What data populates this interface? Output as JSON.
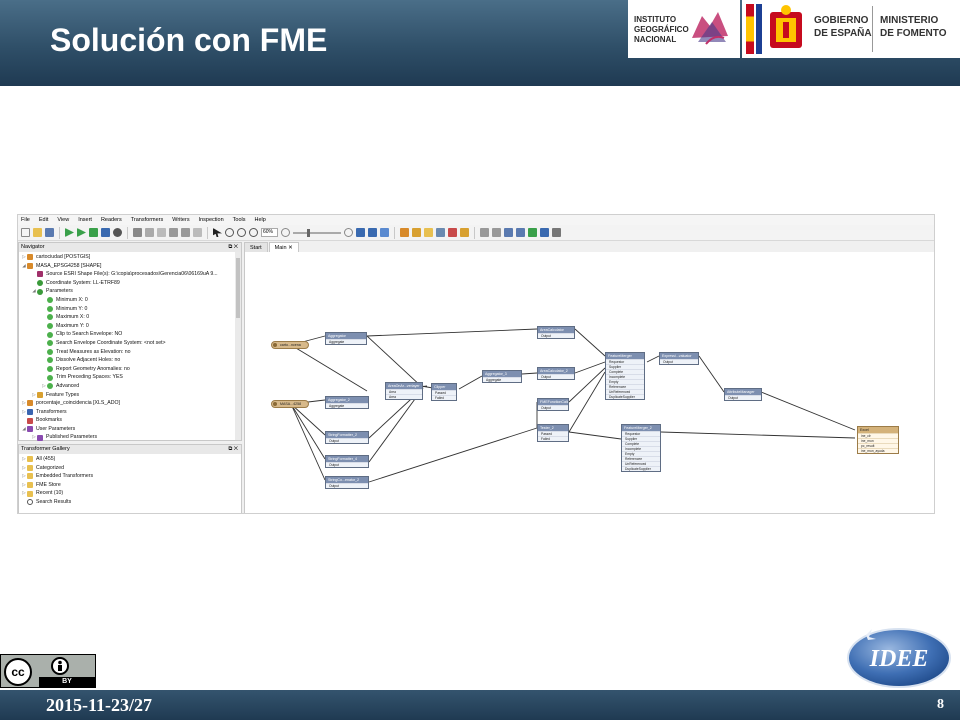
{
  "slide": {
    "title": "Solución con FME",
    "date": "2015-11-23/27",
    "page_number": "8"
  },
  "logos": {
    "ign_text": [
      "INSTITUTO",
      "GEOGRÁFICO",
      "NACIONAL"
    ],
    "gobierno_text": [
      "GOBIERNO",
      "DE ESPAÑA"
    ],
    "ministerio_text": [
      "MINISTERIO",
      "DE FOMENTO"
    ],
    "idee_text": "IDEE",
    "cc_text": "cc",
    "cc_by": "BY"
  },
  "app": {
    "menu": [
      "File",
      "Edit",
      "View",
      "Insert",
      "Readers",
      "Transformers",
      "Writers",
      "Inspection",
      "Tools",
      "Help"
    ],
    "zoom_level": "60%",
    "navigator": {
      "title": "Navigator",
      "items": [
        {
          "label": "cartociudad [POSTGIS]",
          "indent": 0,
          "arrow": "▷",
          "icon": "database-icon",
          "color": "#d88a2a"
        },
        {
          "label": "MASA_EPSG4258 [SHAPE]",
          "indent": 0,
          "arrow": "◢",
          "icon": "shapefile-icon",
          "color": "#d88a2a"
        },
        {
          "label": "Source ESRI Shape File(s): G:\\copia\\procesados\\Gerencia06\\06169uA 9...",
          "indent": 1,
          "arrow": "",
          "icon": "source-file-icon",
          "color": "#a0306a"
        },
        {
          "label": "Coordinate System: LL-ETRF89",
          "indent": 1,
          "arrow": "",
          "icon": "coordinate-system-icon",
          "color": "#3a9a3a"
        },
        {
          "label": "Parameters",
          "indent": 1,
          "arrow": "◢",
          "icon": "parameters-icon",
          "color": "#3a9a3a"
        },
        {
          "label": "Minimum X: 0",
          "indent": 2,
          "arrow": "",
          "icon": "parameter-icon",
          "color": "#4cb04c"
        },
        {
          "label": "Minimum Y: 0",
          "indent": 2,
          "arrow": "",
          "icon": "parameter-icon",
          "color": "#4cb04c"
        },
        {
          "label": "Maximum X: 0",
          "indent": 2,
          "arrow": "",
          "icon": "parameter-icon",
          "color": "#4cb04c"
        },
        {
          "label": "Maximum Y: 0",
          "indent": 2,
          "arrow": "",
          "icon": "parameter-icon",
          "color": "#4cb04c"
        },
        {
          "label": "Clip to Search Envelope: NO",
          "indent": 2,
          "arrow": "",
          "icon": "parameter-icon",
          "color": "#4cb04c"
        },
        {
          "label": "Search Envelope Coordinate System: <not set>",
          "indent": 2,
          "arrow": "",
          "icon": "parameter-icon",
          "color": "#4cb04c"
        },
        {
          "label": "Treat Measures as Elevation: no",
          "indent": 2,
          "arrow": "",
          "icon": "parameter-icon",
          "color": "#4cb04c"
        },
        {
          "label": "Dissolve Adjacent Holes: no",
          "indent": 2,
          "arrow": "",
          "icon": "parameter-icon",
          "color": "#4cb04c"
        },
        {
          "label": "Report Geometry Anomalies: no",
          "indent": 2,
          "arrow": "",
          "icon": "parameter-icon",
          "color": "#4cb04c"
        },
        {
          "label": "Trim Preceding Spaces: YES",
          "indent": 2,
          "arrow": "",
          "icon": "parameter-icon",
          "color": "#4cb04c"
        },
        {
          "label": "Advanced",
          "indent": 2,
          "arrow": "▷",
          "icon": "parameter-icon",
          "color": "#4cb04c"
        },
        {
          "label": "Feature Types",
          "indent": 1,
          "arrow": "▷",
          "icon": "feature-types-icon",
          "color": "#d8a030"
        },
        {
          "label": "porcentaje_coincidencia [XLS_ADO]",
          "indent": 0,
          "arrow": "▷",
          "icon": "excel-writer-icon",
          "color": "#d88a2a"
        },
        {
          "label": "Transformers",
          "indent": 0,
          "arrow": "▷",
          "icon": "transformers-icon",
          "color": "#3a64b0"
        },
        {
          "label": "Bookmarks",
          "indent": 0,
          "arrow": "",
          "icon": "bookmarks-icon",
          "color": "#c84a4a"
        },
        {
          "label": "User Parameters",
          "indent": 0,
          "arrow": "◢",
          "icon": "user-parameters-icon",
          "color": "#8a4ab0"
        },
        {
          "label": "Published Parameters",
          "indent": 1,
          "arrow": "▷",
          "icon": "published-parameters-icon",
          "color": "#8a4ab0"
        }
      ]
    },
    "transformer_gallery": {
      "title": "Transformer Gallery",
      "items": [
        {
          "label": "All (455)",
          "icon": "folder-icon"
        },
        {
          "label": "Categorized",
          "icon": "folder-icon"
        },
        {
          "label": "Embedded Transformers",
          "icon": "folder-icon"
        },
        {
          "label": "FME Store",
          "icon": "folder-icon"
        },
        {
          "label": "Recent (10)",
          "icon": "folder-icon"
        },
        {
          "label": "Search Results",
          "icon": "search-icon"
        }
      ]
    },
    "tabs": [
      "Start",
      "Main"
    ],
    "workspace": {
      "readers": [
        "carto...ncena",
        "MASA...4258"
      ],
      "transformers": [
        {
          "title": "Aggregator",
          "ports": [
            "Aggregate"
          ]
        },
        {
          "title": "AreaCalculator",
          "ports": [
            "Output"
          ]
        },
        {
          "title": "AreaOnAr...verlayer",
          "ports": [
            "Area",
            "Area"
          ]
        },
        {
          "title": "Clipper",
          "ports": [
            "Passed",
            "Failed"
          ]
        },
        {
          "title": "Aggregator_3",
          "ports": [
            "Aggregate"
          ]
        },
        {
          "title": "AreaCalculator_2",
          "ports": [
            "Output"
          ]
        },
        {
          "title": "FeatureMerger",
          "ports": [
            "Requestor",
            "Supplier",
            "Complete",
            "Incomplete",
            "Empty",
            "Referencee",
            "UnReferenced",
            "DuplicateSupplier"
          ]
        },
        {
          "title": "Expressi...valuator",
          "ports": [
            "Output"
          ]
        },
        {
          "title": "AttributeManager",
          "ports": [
            "Output"
          ]
        },
        {
          "title": "Aggregator_2",
          "ports": [
            "Aggregate"
          ]
        },
        {
          "title": "StringFormatter_2",
          "ports": [
            "Output"
          ]
        },
        {
          "title": "StringFormatter_4",
          "ports": [
            "Output"
          ]
        },
        {
          "title": "StringCo...enator_2",
          "ports": [
            "Output"
          ]
        },
        {
          "title": "FMEFunctionCaller",
          "ports": [
            "Output"
          ]
        },
        {
          "title": "Tester_2",
          "ports": [
            "Passed",
            "Failed"
          ]
        },
        {
          "title": "FeatureMerger_2",
          "ports": [
            "Requestor",
            "Supplier",
            "Complete",
            "Incomplete",
            "Empty",
            "Referencee",
            "UnReferenced",
            "DuplicateSupplier"
          ]
        }
      ],
      "writer": {
        "title": "Excel",
        "ports": [
          "ine_clr",
          "ine_mun",
          "pc_result",
          "ine_mun_ayuda"
        ]
      }
    }
  }
}
